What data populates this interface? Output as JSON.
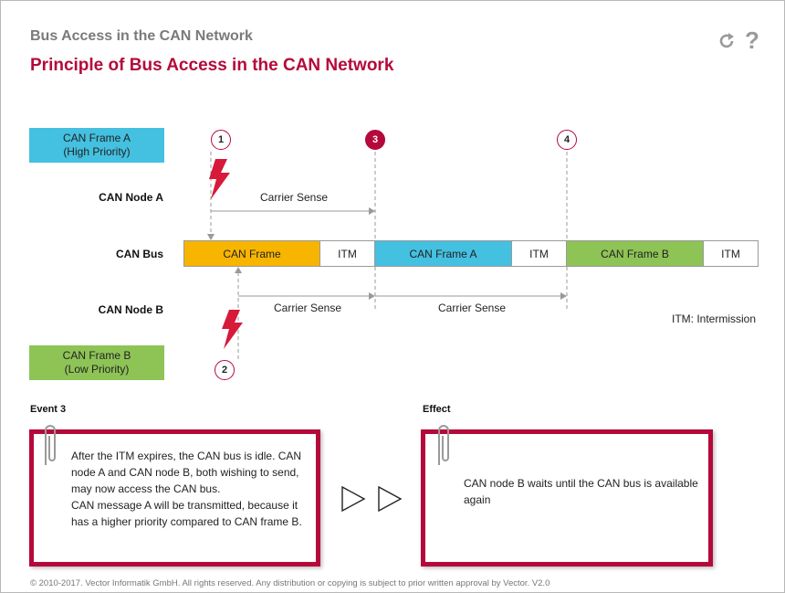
{
  "header": {
    "breadcrumb": "Bus Access in the CAN Network",
    "title": "Principle of Bus Access in the CAN Network"
  },
  "icons": {
    "reload": "reload-icon",
    "help": "help-icon"
  },
  "colors": {
    "accent": "#b5093b",
    "frame_a": "#44c0e0",
    "frame_b": "#8ec356",
    "can_frame": "#f7b500",
    "guide_line": "#9a9a9a",
    "lightning": "#d7193a"
  },
  "legend": {
    "frame_a": "CAN Frame A\n(High Priority)",
    "frame_b": "CAN Frame B\n(Low Priority)"
  },
  "rows": {
    "node_a": "CAN Node A",
    "bus": "CAN Bus",
    "node_b": "CAN Node B"
  },
  "bus_segments": [
    {
      "label": "CAN Frame",
      "color": "#f7b500"
    },
    {
      "label": "ITM",
      "color": "#ffffff"
    },
    {
      "label": "CAN Frame A",
      "color": "#44c0e0"
    },
    {
      "label": "ITM",
      "color": "#ffffff"
    },
    {
      "label": "CAN Frame B",
      "color": "#8ec356"
    },
    {
      "label": "ITM",
      "color": "#ffffff"
    }
  ],
  "events": [
    {
      "number": "1",
      "active": false
    },
    {
      "number": "2",
      "active": false
    },
    {
      "number": "3",
      "active": true
    },
    {
      "number": "4",
      "active": false
    }
  ],
  "carrier_sense": {
    "node_a": "Carrier Sense",
    "node_b_first": "Carrier Sense",
    "node_b_second": "Carrier Sense"
  },
  "itm_note": "ITM: Intermission",
  "panels": {
    "event_label": "Event 3",
    "event_text": "After the ITM expires, the CAN bus is idle. CAN node A and CAN node B, both wishing to send, may now access the CAN bus.\nCAN message A will be transmitted, because it has a higher priority compared to CAN frame B.",
    "effect_label": "Effect",
    "effect_text": "CAN node B waits until the CAN bus is available again"
  },
  "footer": "© 2010-2017. Vector Informatik GmbH. All rights reserved. Any distribution or copying is subject to prior written approval by Vector. V2.0"
}
